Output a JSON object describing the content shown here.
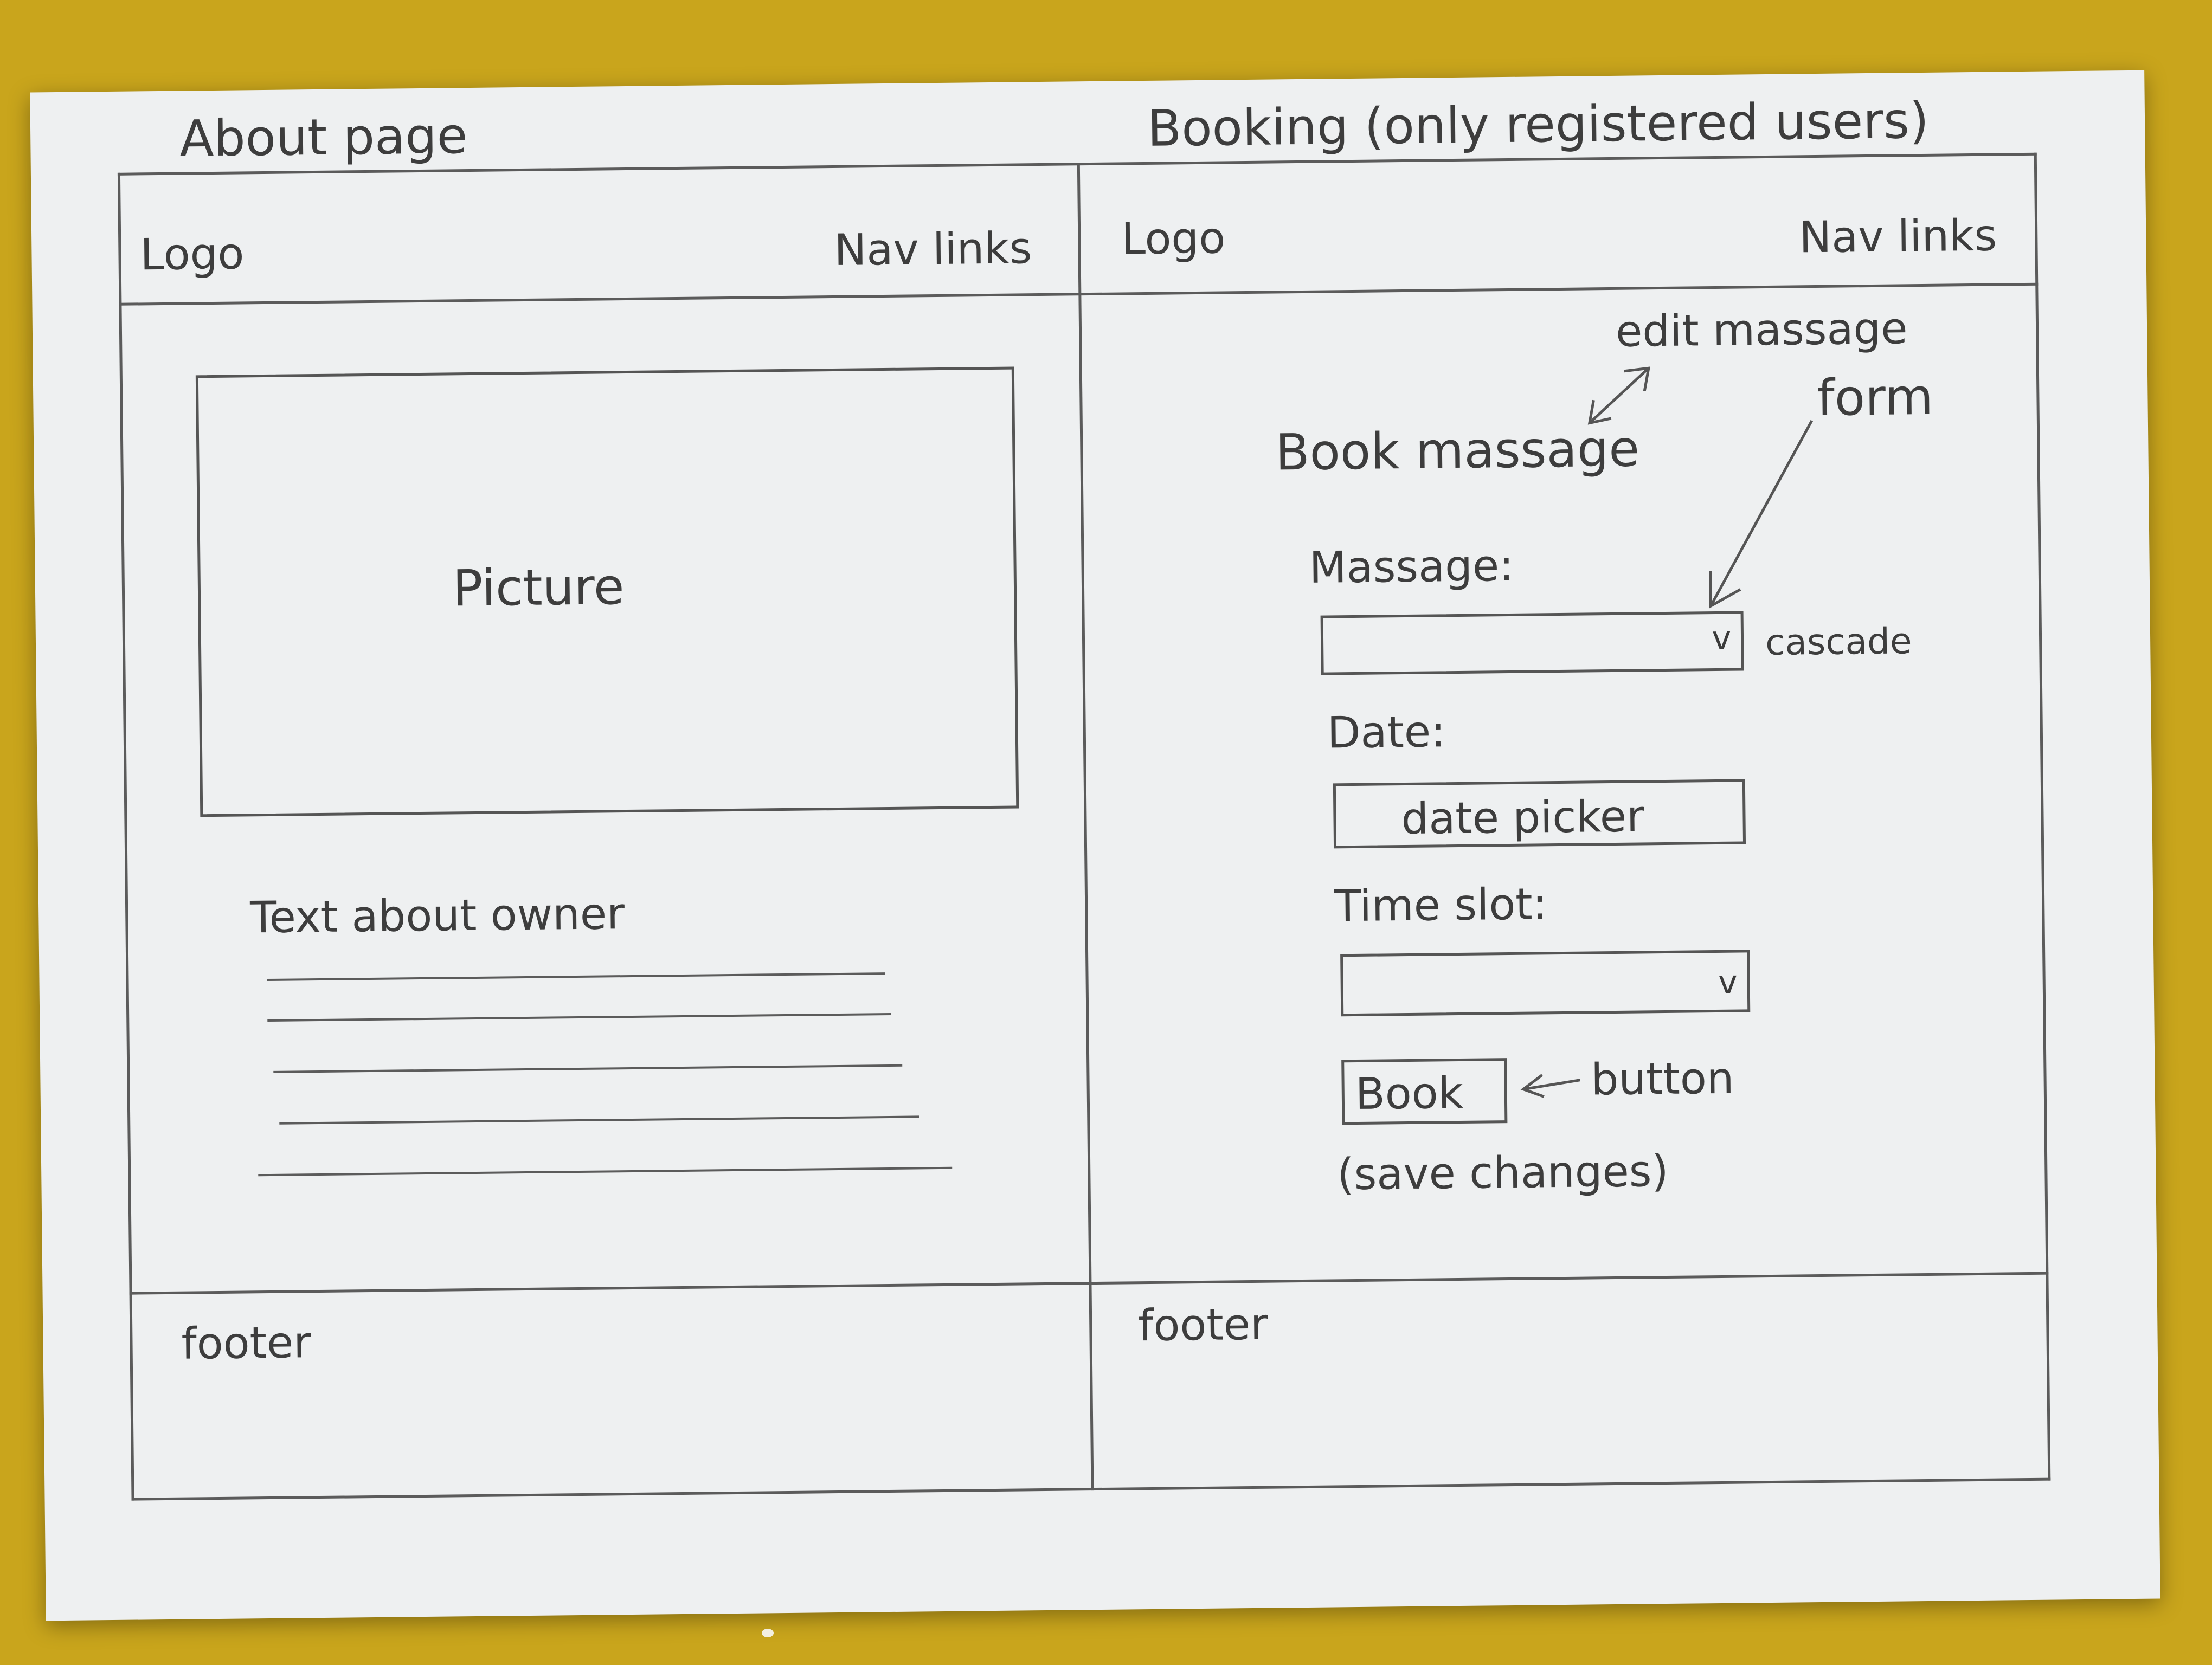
{
  "sketch": {
    "about": {
      "heading": "About page",
      "logo": "Logo",
      "nav": "Nav links",
      "picture": "Picture",
      "text_heading": "Text about owner",
      "footer": "footer"
    },
    "booking": {
      "heading": "Booking (only registered users)",
      "logo": "Logo",
      "nav": "Nav links",
      "note_edit": "edit massage",
      "note_form": "form",
      "form_title": "Book massage",
      "massage_label": "Massage:",
      "dropdown_caret": "v",
      "cascade_note": "cascade",
      "date_label": "Date:",
      "date_picker": "date picker",
      "timeslot_label": "Time slot:",
      "book_button": "Book",
      "button_note": "button",
      "save_note": "(save changes)",
      "footer": "footer"
    }
  }
}
